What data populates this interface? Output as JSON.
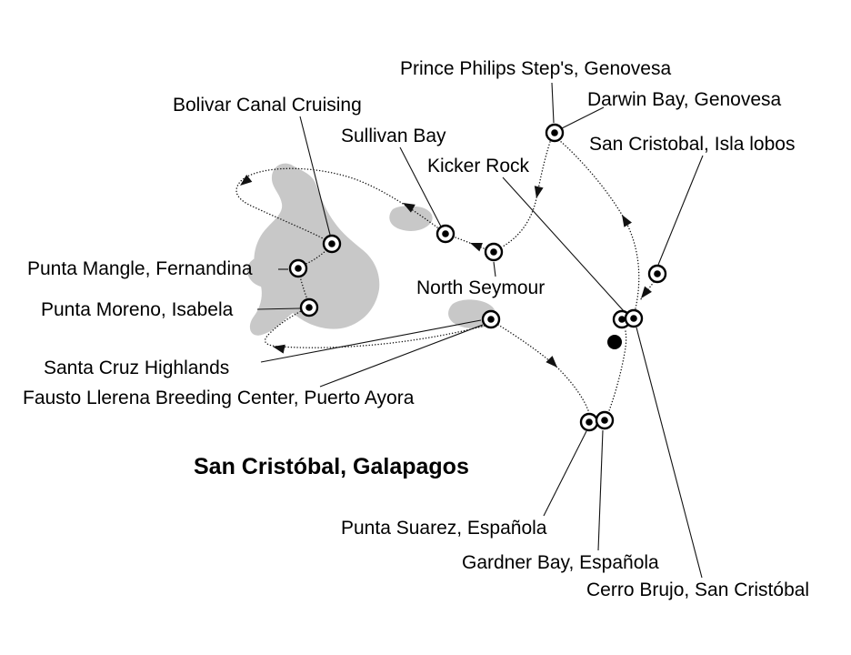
{
  "title": "San Cristóbal, Galapagos",
  "labels": {
    "prince_philips": "Prince Philips Step's, Genovesa",
    "darwin_bay": "Darwin Bay, Genovesa",
    "bolivar": "Bolivar Canal Cruising",
    "sullivan": "Sullivan Bay",
    "isla_lobos": "San Cristobal, Isla lobos",
    "kicker_rock": "Kicker Rock",
    "punta_mangle": "Punta Mangle, Fernandina",
    "north_seymour": "North Seymour",
    "punta_moreno": "Punta Moreno, Isabela",
    "santa_cruz_highlands": "Santa Cruz Highlands",
    "fausto": "Fausto Llerena Breeding Center, Puerto Ayora",
    "punta_suarez": "Punta Suarez, Española",
    "gardner_bay": "Gardner Bay, Española",
    "cerro_brujo": "Cerro Brujo, San Cristóbal"
  },
  "colors": {
    "island": "#c8c8c8",
    "route": "#111111",
    "text": "#000000",
    "background": "#ffffff"
  }
}
